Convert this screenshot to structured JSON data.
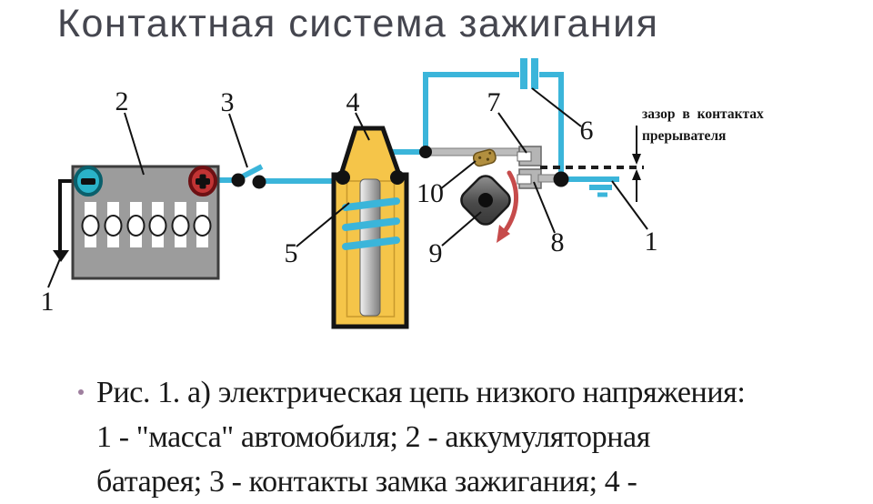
{
  "title": {
    "text": "Контактная система зажигания",
    "color": "#45464f"
  },
  "diagram": {
    "gap_note": {
      "line1": "зазор в контактах",
      "line2": "прерывателя"
    },
    "labels": {
      "ground_left": "1",
      "battery": "2",
      "ignition_switch": "3",
      "coil": "4",
      "primary_winding": "5",
      "capacitor": "6",
      "contact_upper": "7",
      "contact_lower": "8",
      "cam": "9",
      "rubbing_block": "10",
      "ground_right": "1"
    },
    "colors": {
      "wire": "#3bb5da",
      "coil_body": "#f5c549",
      "battery_body": "#9c9c9c",
      "negative_terminal": "#2ab2c8",
      "positive_terminal": "#c13434",
      "rotation_arrow": "#c64b4b"
    }
  },
  "caption": {
    "lines": [
      "Рис. 1. а) электрическая цепь низкого напряжения:",
      "1 - \"масса\" автомобиля; 2 - аккумуляторная",
      "батарея; 3 - контакты замка зажигания; 4 -"
    ]
  }
}
